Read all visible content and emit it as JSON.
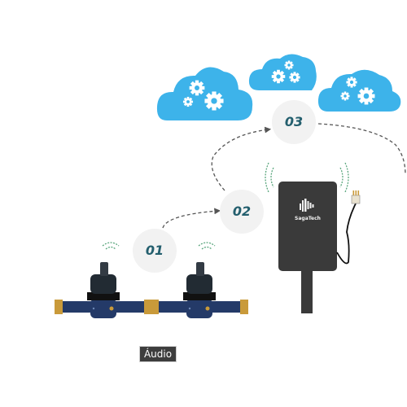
{
  "steps": [
    {
      "label": "01"
    },
    {
      "label": "02"
    },
    {
      "label": "03"
    }
  ],
  "device": {
    "brand": "SagaTech"
  },
  "audio_button": {
    "label": "Áudio"
  },
  "colors": {
    "cloud": "#3db3ea",
    "gear": "#ffffff",
    "step_circle": "#f2f2f2",
    "step_text": "#245f6e",
    "meter_body": "#222b33",
    "meter_pipe": "#243a68",
    "meter_brass": "#c99a3a",
    "device": "#3a3a3a",
    "signal": "#5aa67d",
    "dashed_line": "#555555"
  }
}
